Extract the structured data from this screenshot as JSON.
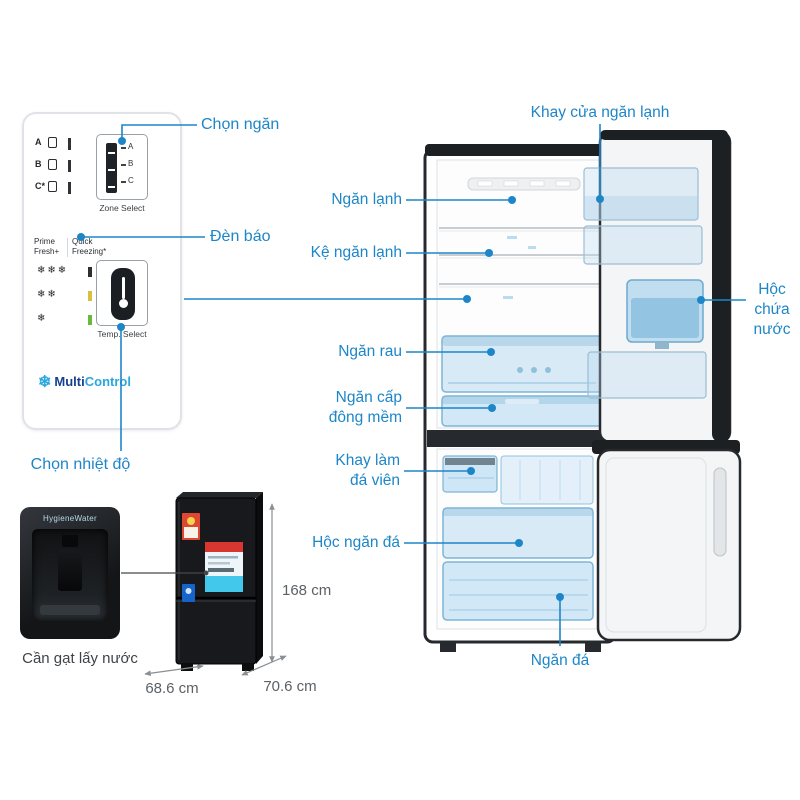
{
  "colors": {
    "accent_blue": "#1d86c8",
    "dim_gray": "#5b6166",
    "fridge_dark": "#26292d",
    "drawer_blue": "#7db5d8"
  },
  "control_panel": {
    "zone_rows": [
      "A",
      "B",
      "C*"
    ],
    "zone_display": [
      "A",
      "B",
      "C"
    ],
    "zone_select_label": "Zone Select",
    "prime_fresh_line1": "Prime",
    "prime_fresh_line2": "Fresh+",
    "quick_freezing_line1": "Quick",
    "quick_freezing_line2": "Freezing*",
    "freeze_levels": [
      "❄❄❄",
      "❄❄",
      "❄"
    ],
    "temp_select_label": "Temp. Select",
    "logo_snowflake": "❄",
    "logo_multi": "Multi",
    "logo_control": "Control"
  },
  "panel_callouts": {
    "zone_select": "Chọn ngăn",
    "indicator": "Đèn báo",
    "temp_select": "Chọn nhiệt độ"
  },
  "fridge_callouts": {
    "door_tray": "Khay cửa ngăn lạnh",
    "cooler": "Ngăn lạnh",
    "cooler_shelf": "Kệ ngăn lạnh",
    "water_box_line1": "Hộc",
    "water_box_line2": "chứa",
    "water_box_line3": "nước",
    "veg_drawer": "Ngăn rau",
    "soft_freeze_line1": "Ngăn cấp",
    "soft_freeze_line2": "đông mềm",
    "ice_tray_line1": "Khay làm",
    "ice_tray_line2": "đá viên",
    "ice_box": "Hộc ngăn đá",
    "freezer": "Ngăn đá"
  },
  "dispenser": {
    "brand": "HygieneWater",
    "callout": "Cần gạt lấy nước"
  },
  "dimensions": {
    "height": "168 cm",
    "width": "68.6 cm",
    "depth": "70.6 cm"
  }
}
